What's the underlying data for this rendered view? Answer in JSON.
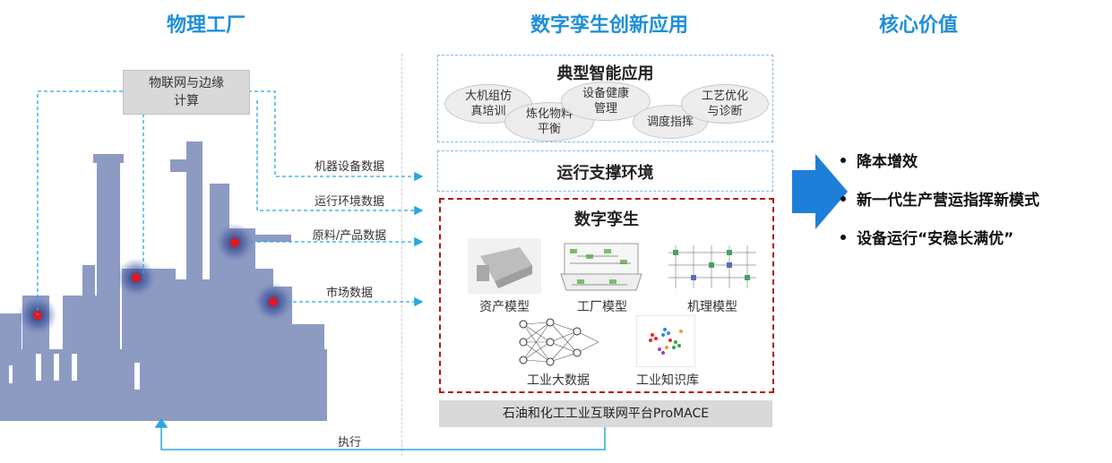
{
  "columns": {
    "physical": "物理工厂",
    "digital": "数字孪生创新应用",
    "value": "核心价值"
  },
  "iot_box": {
    "line1": "物联网与边缘",
    "line2": "计算"
  },
  "flows": [
    {
      "label": "机器设备数据"
    },
    {
      "label": "运行环境数据"
    },
    {
      "label": "原料/产品数据"
    },
    {
      "label": "市场数据"
    }
  ],
  "execute_label": "执行",
  "smart_apps": {
    "title": "典型智能应用",
    "bubbles": [
      {
        "line1": "大机组仿",
        "line2": "真培训"
      },
      {
        "line1": "炼化物料",
        "line2": "平衡"
      },
      {
        "line1": "设备健康",
        "line2": "管理"
      },
      {
        "line1": "调度指挥",
        "line2": ""
      },
      {
        "line1": "工艺优化",
        "line2": "与诊断"
      }
    ]
  },
  "support_env": {
    "title": "运行支撑环境"
  },
  "digital_twin": {
    "title": "数字孪生",
    "models": [
      {
        "label": "资产模型"
      },
      {
        "label": "工厂模型"
      },
      {
        "label": "机理模型"
      },
      {
        "label": "工业大数据"
      },
      {
        "label": "工业知识库"
      }
    ]
  },
  "platform": "石油和化工工业互联网平台ProMACE",
  "core_values": [
    "降本增效",
    "新一代生产营运指挥新模式",
    "设备运行“安稳长满优”"
  ],
  "colors": {
    "title_blue": "#1f8fd8",
    "flow_blue": "#29a8e0",
    "factory": "#8d9bc3",
    "twin_red": "#b01818",
    "arrow_blue": "#1e7fd8"
  }
}
